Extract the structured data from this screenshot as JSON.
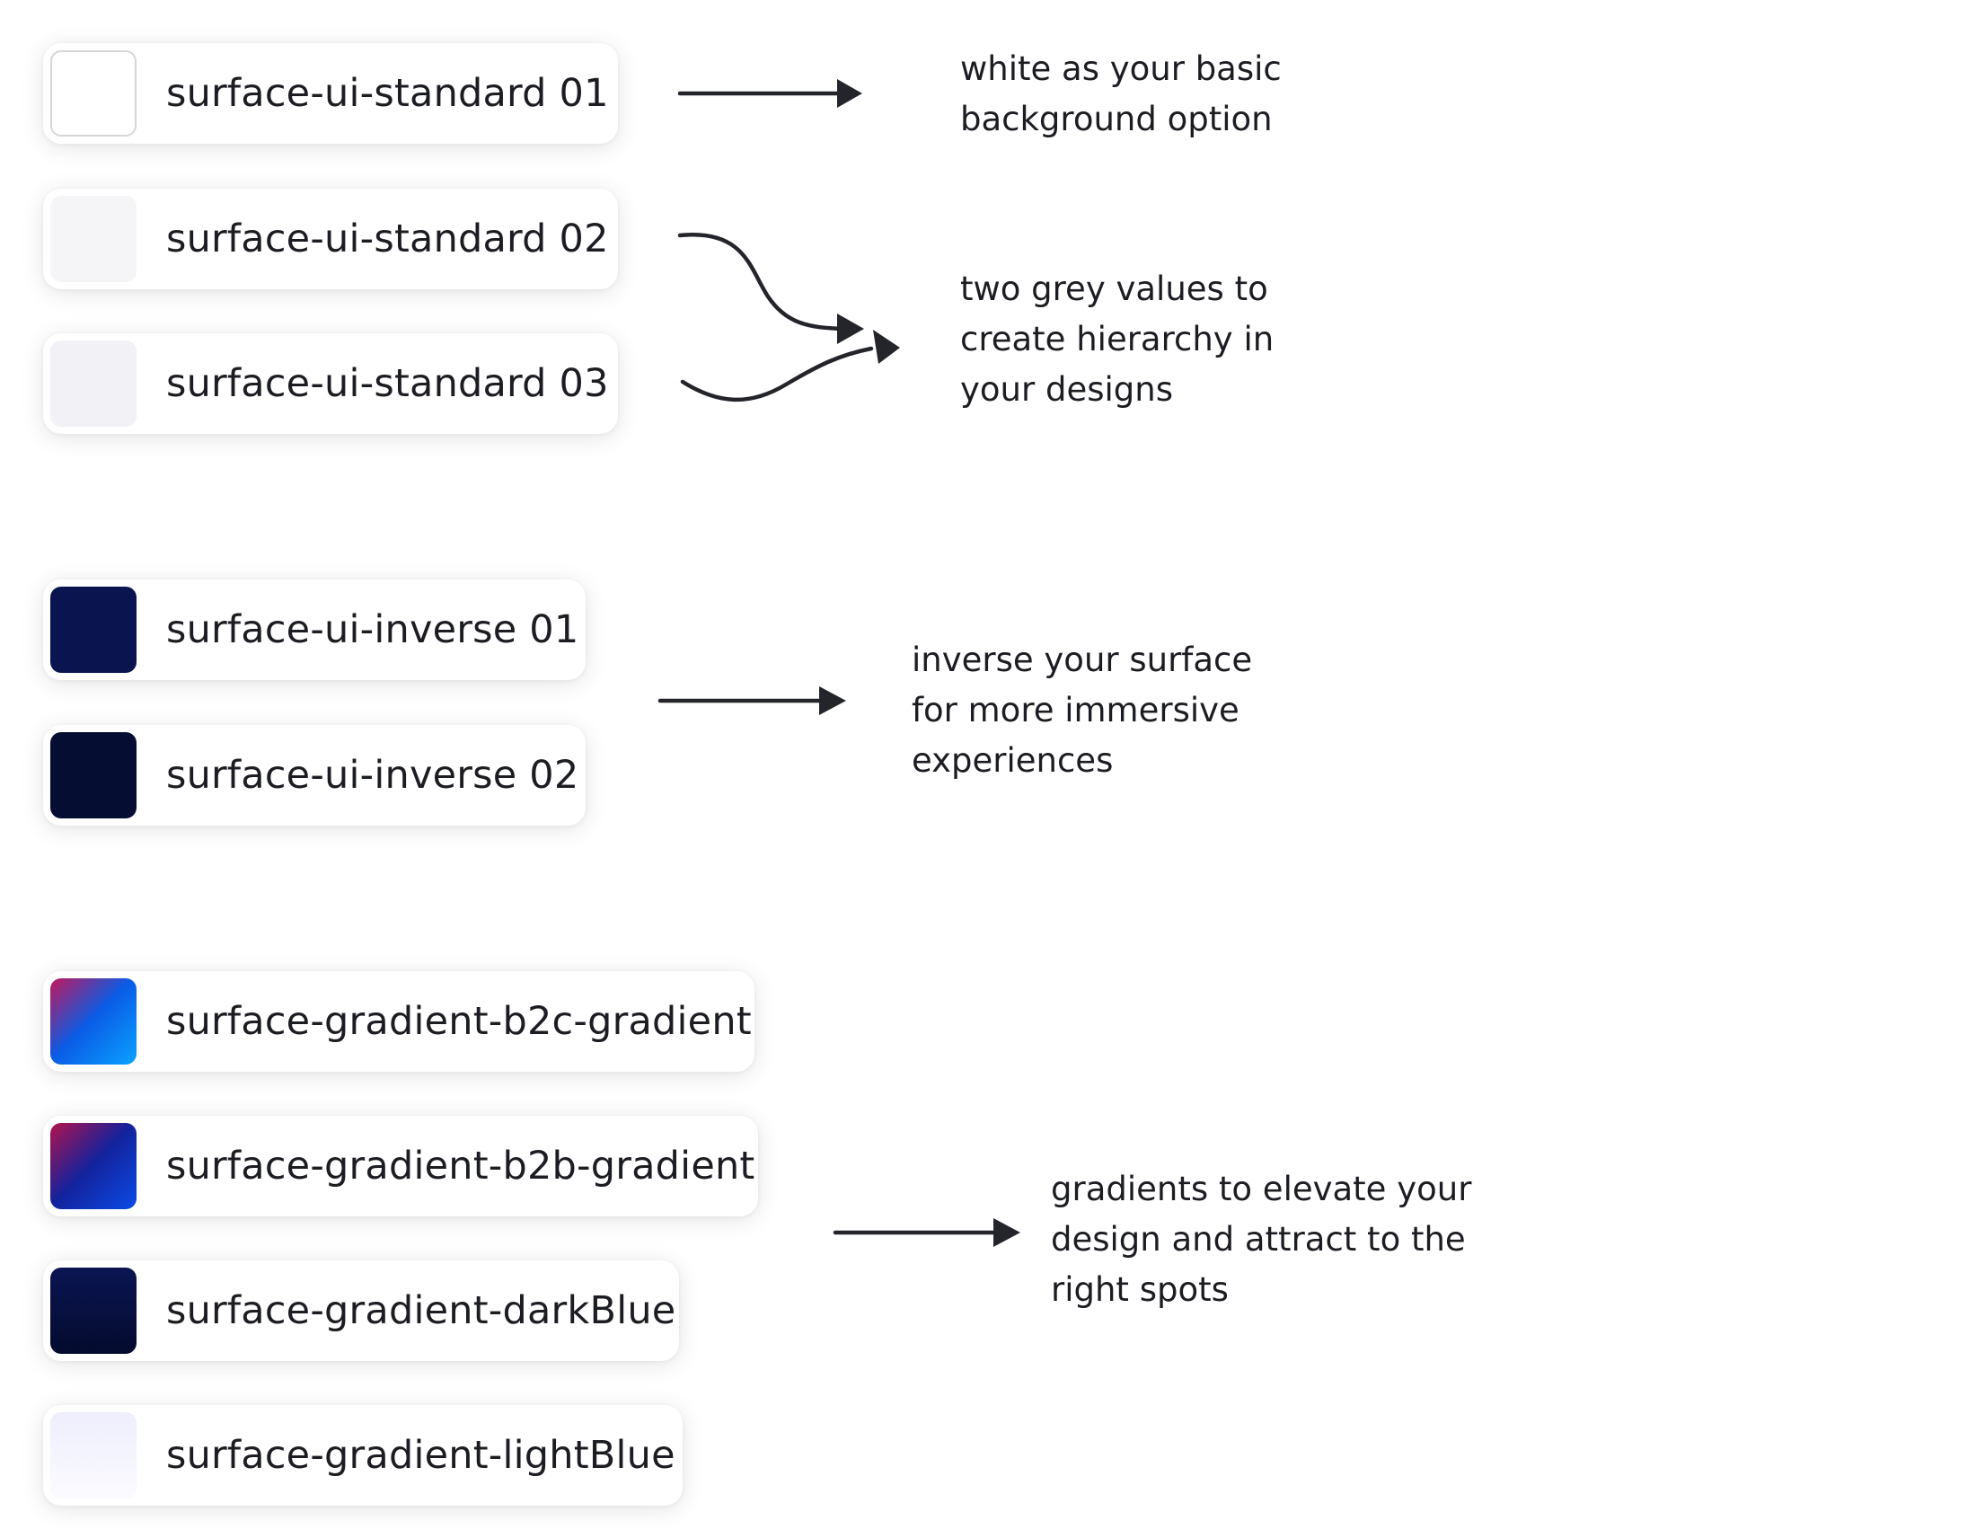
{
  "tokens": [
    {
      "id": "standard-01",
      "label": "surface-ui-standard 01",
      "swatch_color": "#ffffff",
      "swatch_style": "white-with-border"
    },
    {
      "id": "standard-02",
      "label": "surface-ui-standard 02",
      "swatch_color": "#f5f5f7"
    },
    {
      "id": "standard-03",
      "label": "surface-ui-standard 03",
      "swatch_color": "#f1f1f6"
    },
    {
      "id": "inverse-01",
      "label": "surface-ui-inverse 01",
      "swatch_color": "#0a1550"
    },
    {
      "id": "inverse-02",
      "label": "surface-ui-inverse 02",
      "swatch_color": "#050d33"
    },
    {
      "id": "gradient-b2c",
      "label": "surface-gradient-b2c-gradient",
      "swatch_gradient": [
        "#c2185b",
        "#0a5ce6",
        "#0aa2ff"
      ]
    },
    {
      "id": "gradient-b2b",
      "label": "surface-gradient-b2b-gradient",
      "swatch_gradient": [
        "#b3124d",
        "#13229c",
        "#0b4be6"
      ]
    },
    {
      "id": "gradient-darkblue",
      "label": "surface-gradient-darkBlue",
      "swatch_gradient": [
        "#0a1552",
        "#040b2e"
      ]
    },
    {
      "id": "gradient-lightblue",
      "label": "surface-gradient-lightBlue",
      "swatch_gradient": [
        "#eeeefd",
        "#fbfbff"
      ]
    }
  ],
  "notes": {
    "white": [
      "white as your basic",
      "background option"
    ],
    "grey": [
      "two grey values to",
      "create hierarchy in",
      "your designs"
    ],
    "inverse": [
      "inverse your surface",
      "for more immersive",
      "experiences"
    ],
    "gradients": [
      "gradients to elevate your",
      "design and attract to the",
      "right spots"
    ]
  },
  "colors": {
    "text": "#1c1d22",
    "arrow": "#24252b",
    "chip_background": "#ffffff"
  }
}
